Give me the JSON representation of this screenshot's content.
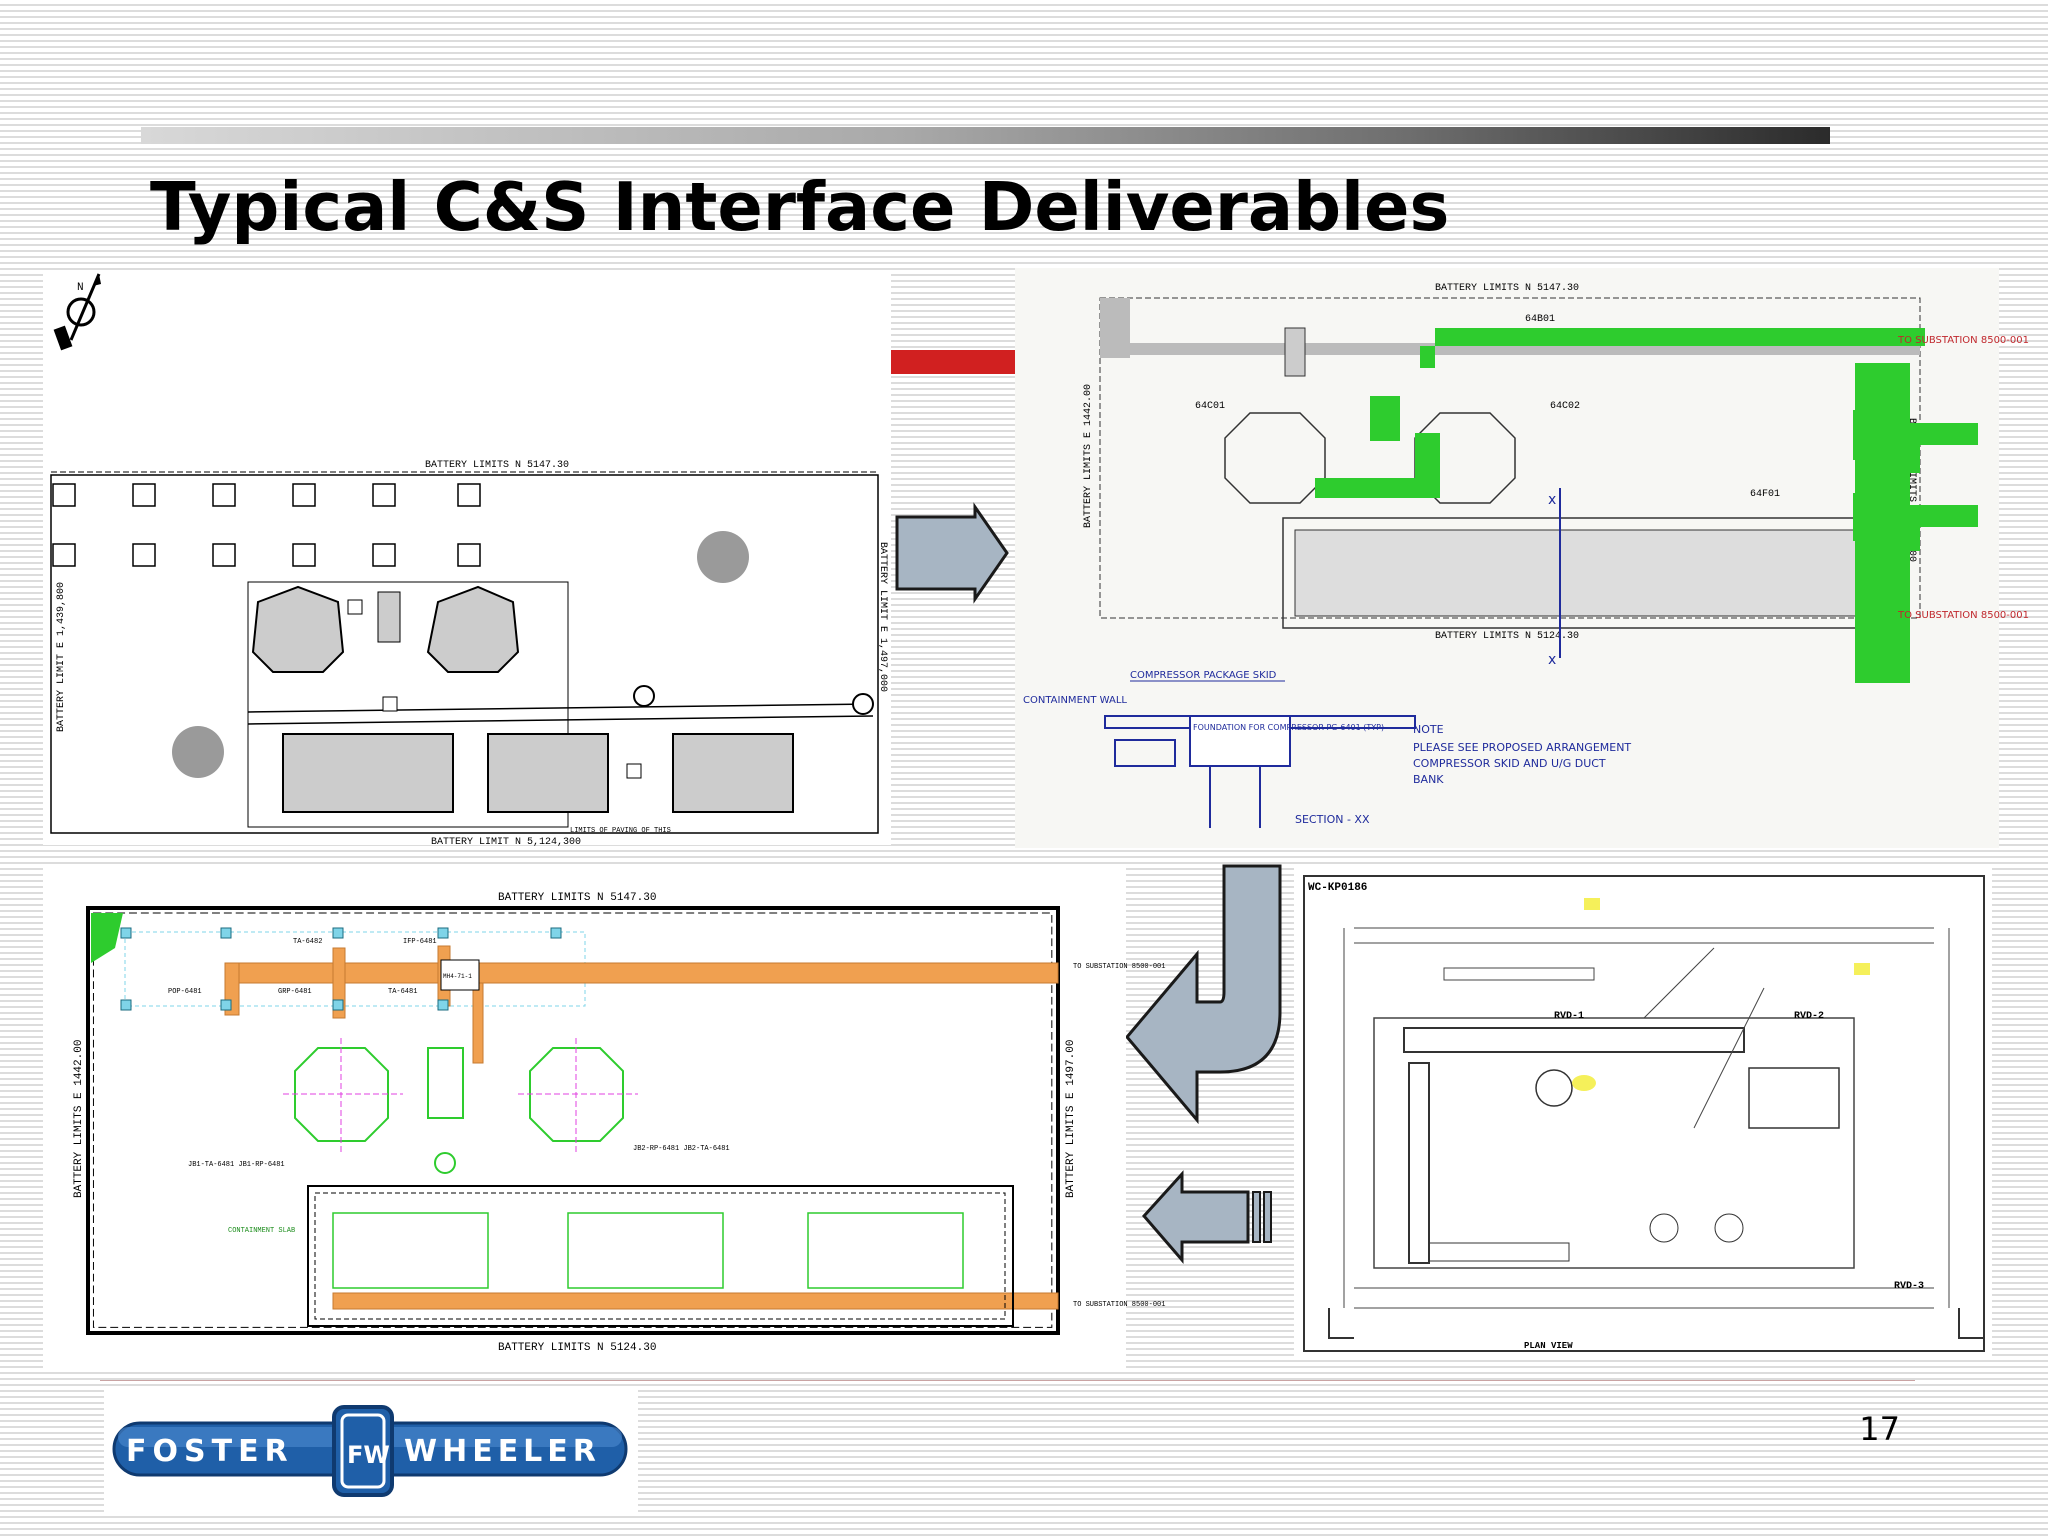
{
  "slide": {
    "title": "Typical C&S Interface Deliverables",
    "page_number": "17"
  },
  "panel1": {
    "north": "N",
    "top_limit": "BATTERY LIMITS N 5147.30",
    "bottom_limit": "BATTERY LIMIT N 5,124,300",
    "left_limit": "BATTERY LIMIT E 1,439,800",
    "right_limit": "BATTERY LIMIT E 1,497,000",
    "paving_note": "LIMITS OF PAVING OF THIS"
  },
  "panel2": {
    "top_limit": "BATTERY LIMITS N 5147.30",
    "bottom_limit": "BATTERY LIMITS N 5124.30",
    "left_limit": "BATTERY LIMITS E 1442.00",
    "right_limit": "BATTERY LIMITS E 1497.00",
    "tag_64b01": "64B01",
    "tag_64c01": "64C01",
    "tag_64c02": "64C02",
    "tag_64f01": "64F01",
    "to_substation_1": "TO SUBSTATION 8500-001",
    "to_substation_2": "TO SUBSTATION 8500-001",
    "compressor_skid": "COMPRESSOR PACKAGE SKID",
    "containment_wall": "CONTAINMENT WALL",
    "foundation_label": "FOUNDATION FOR COMPRESSOR PG-6401 (TYP)",
    "note_title": "NOTE",
    "note_text": "PLEASE SEE PROPOSED ARRANGEMENT COMPRESSOR SKID AND U/G DUCT BANK",
    "section_label": "SECTION - XX"
  },
  "panel3": {
    "top_limit": "BATTERY LIMITS N 5147.30",
    "bottom_limit": "BATTERY LIMITS N 5124.30",
    "left_limit": "BATTERY LIMITS E 1442.00",
    "right_limit": "BATTERY LIMITS E 1497.00",
    "to_substation_1": "TO SUBSTATION 8500-001",
    "to_substation_2": "TO SUBSTATION 8500-001",
    "tag_ta6482": "TA-6482",
    "tag_ifp6481": "IFP-6481",
    "tag_pop6481": "POP-6481",
    "tag_grp6481": "GRP-6481",
    "tag_ta6481": "TA-6481",
    "tag_mh": "MH4-71-1",
    "tag_jb1": "JB1-TA-6481 JB1-RP-6481",
    "tag_jb2": "JB2-RP-6481 JB2-TA-6481",
    "containment_slab": "CONTAINMENT SLAB"
  },
  "panel4": {
    "drawing_no": "WC-KP0186",
    "plan_view": "PLAN VIEW",
    "rvd1": "RVD-1",
    "rvd2": "RVD-2",
    "rvd3": "RVD-3"
  },
  "logo": {
    "left": "FOSTER",
    "right": "WHEELER",
    "monogram": "FW"
  },
  "colors": {
    "arrow_fill": "#a7b5c3",
    "arrow_stroke": "#1a1a1a",
    "green_markup": "#2ecc2e",
    "orange_duct": "#f0a050",
    "blue_ink": "#1f2b9c",
    "logo_blue": "#1f5fa8"
  }
}
